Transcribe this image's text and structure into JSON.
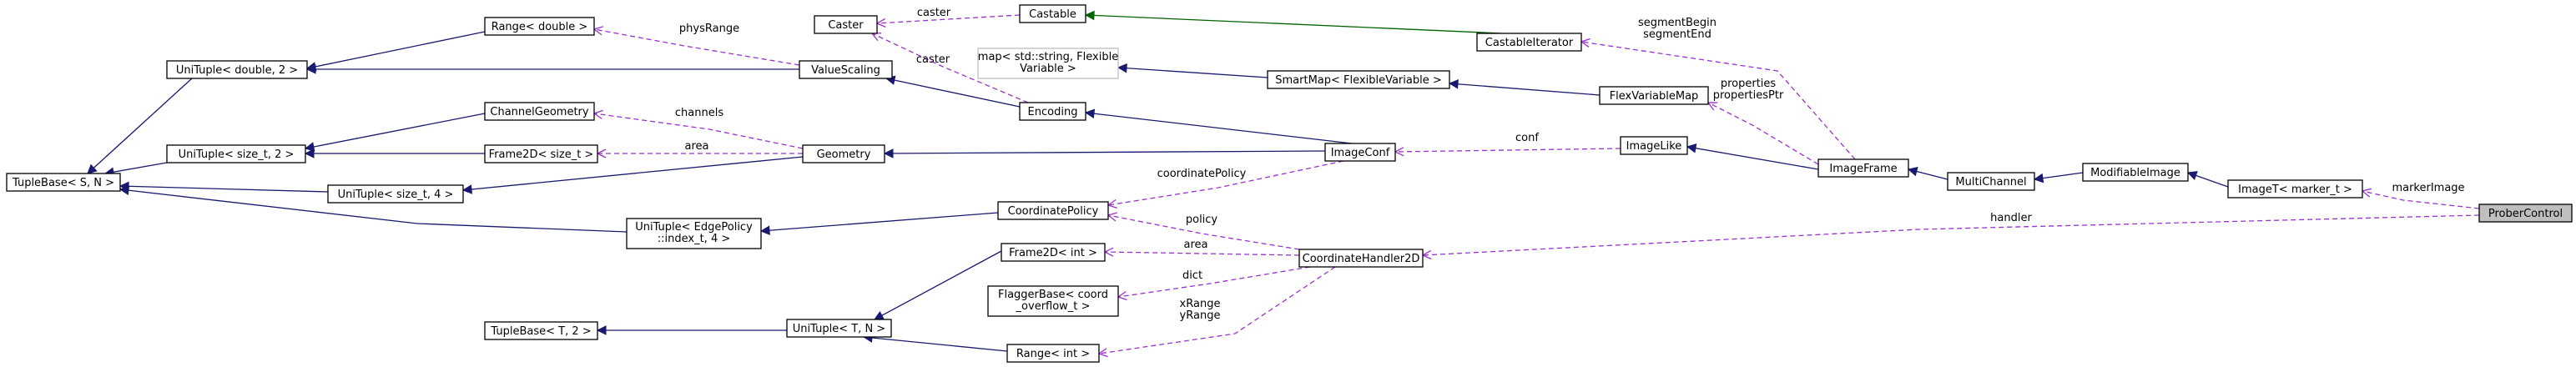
{
  "diagram": {
    "nodes": [
      {
        "id": "tuplebase_s_n",
        "label": [
          "TupleBase< S, N >"
        ],
        "style": "normal"
      },
      {
        "id": "unituple_double_2",
        "label": [
          "UniTuple< double, 2 >"
        ],
        "style": "normal"
      },
      {
        "id": "unituple_size_2",
        "label": [
          "UniTuple< size_t, 2 >"
        ],
        "style": "normal"
      },
      {
        "id": "unituple_size_4",
        "label": [
          "UniTuple< size_t, 4 >"
        ],
        "style": "normal"
      },
      {
        "id": "range_double",
        "label": [
          "Range< double >"
        ],
        "style": "normal"
      },
      {
        "id": "channel_geometry",
        "label": [
          "ChannelGeometry"
        ],
        "style": "normal"
      },
      {
        "id": "frame2d_size",
        "label": [
          "Frame2D< size_t >"
        ],
        "style": "normal"
      },
      {
        "id": "unituple_edgepolicy",
        "label": [
          "UniTuple< EdgePolicy",
          "::index_t, 4 >"
        ],
        "style": "normal"
      },
      {
        "id": "tuplebase_t_2",
        "label": [
          "TupleBase< T, 2 >"
        ],
        "style": "normal"
      },
      {
        "id": "unituple_t_n",
        "label": [
          "UniTuple< T, N >"
        ],
        "style": "normal"
      },
      {
        "id": "caster",
        "label": [
          "Caster"
        ],
        "style": "normal"
      },
      {
        "id": "castable",
        "label": [
          "Castable"
        ],
        "style": "normal"
      },
      {
        "id": "value_scaling",
        "label": [
          "ValueScaling"
        ],
        "style": "normal"
      },
      {
        "id": "map_string",
        "label": [
          "map< std::string, Flexible",
          "Variable >"
        ],
        "style": "faded"
      },
      {
        "id": "encoding",
        "label": [
          "Encoding"
        ],
        "style": "normal"
      },
      {
        "id": "geometry",
        "label": [
          "Geometry"
        ],
        "style": "normal"
      },
      {
        "id": "coordinate_policy",
        "label": [
          "CoordinatePolicy"
        ],
        "style": "normal"
      },
      {
        "id": "frame2d_int",
        "label": [
          "Frame2D< int >"
        ],
        "style": "normal"
      },
      {
        "id": "flaggerbase",
        "label": [
          "FlaggerBase< coord",
          "_overflow_t >"
        ],
        "style": "normal"
      },
      {
        "id": "range_int",
        "label": [
          "Range< int >"
        ],
        "style": "normal"
      },
      {
        "id": "smartmap",
        "label": [
          "SmartMap< FlexibleVariable >"
        ],
        "style": "normal"
      },
      {
        "id": "castable_iterator",
        "label": [
          "CastableIterator"
        ],
        "style": "normal"
      },
      {
        "id": "image_conf",
        "label": [
          "ImageConf"
        ],
        "style": "normal"
      },
      {
        "id": "coordinate_handler_2d",
        "label": [
          "CoordinateHandler2D"
        ],
        "style": "normal"
      },
      {
        "id": "flex_variable_map",
        "label": [
          "FlexVariableMap"
        ],
        "style": "normal"
      },
      {
        "id": "image_like",
        "label": [
          "ImageLike"
        ],
        "style": "normal"
      },
      {
        "id": "image_frame",
        "label": [
          "ImageFrame"
        ],
        "style": "normal"
      },
      {
        "id": "multichannel",
        "label": [
          "MultiChannel"
        ],
        "style": "normal"
      },
      {
        "id": "modifiable_image",
        "label": [
          "ModifiableImage"
        ],
        "style": "normal"
      },
      {
        "id": "imaget_marker",
        "label": [
          "ImageT< marker_t >"
        ],
        "style": "normal"
      },
      {
        "id": "prober_control",
        "label": [
          "ProberControl"
        ],
        "style": "focus"
      }
    ],
    "edges": [
      {
        "from": "unituple_double_2",
        "to": "tuplebase_s_n",
        "kind": "inherit",
        "label": []
      },
      {
        "from": "unituple_size_2",
        "to": "tuplebase_s_n",
        "kind": "inherit",
        "label": []
      },
      {
        "from": "unituple_size_4",
        "to": "tuplebase_s_n",
        "kind": "inherit",
        "label": []
      },
      {
        "from": "unituple_edgepolicy",
        "to": "tuplebase_s_n",
        "kind": "inherit",
        "label": []
      },
      {
        "from": "range_double",
        "to": "unituple_double_2",
        "kind": "inherit",
        "label": []
      },
      {
        "from": "value_scaling",
        "to": "unituple_double_2",
        "kind": "inherit",
        "label": []
      },
      {
        "from": "channel_geometry",
        "to": "unituple_size_2",
        "kind": "inherit",
        "label": []
      },
      {
        "from": "frame2d_size",
        "to": "unituple_size_2",
        "kind": "inherit",
        "label": []
      },
      {
        "from": "geometry",
        "to": "unituple_size_4",
        "kind": "inherit",
        "label": []
      },
      {
        "from": "coordinate_policy",
        "to": "unituple_edgepolicy",
        "kind": "inherit",
        "label": []
      },
      {
        "from": "unituple_t_n",
        "to": "tuplebase_t_2",
        "kind": "inherit",
        "label": []
      },
      {
        "from": "frame2d_int",
        "to": "unituple_t_n",
        "kind": "inherit",
        "label": []
      },
      {
        "from": "range_int",
        "to": "unituple_t_n",
        "kind": "inherit",
        "label": []
      },
      {
        "from": "castable_iterator",
        "to": "castable",
        "kind": "inherit-green",
        "label": []
      },
      {
        "from": "encoding",
        "to": "value_scaling",
        "kind": "inherit",
        "label": []
      },
      {
        "from": "image_conf",
        "to": "encoding",
        "kind": "inherit",
        "label": []
      },
      {
        "from": "image_conf",
        "to": "geometry",
        "kind": "inherit",
        "label": []
      },
      {
        "from": "smartmap",
        "to": "map_string",
        "kind": "inherit",
        "label": []
      },
      {
        "from": "flex_variable_map",
        "to": "smartmap",
        "kind": "inherit",
        "label": []
      },
      {
        "from": "image_frame",
        "to": "image_like",
        "kind": "inherit",
        "label": []
      },
      {
        "from": "multichannel",
        "to": "image_frame",
        "kind": "inherit",
        "label": []
      },
      {
        "from": "modifiable_image",
        "to": "multichannel",
        "kind": "inherit",
        "label": []
      },
      {
        "from": "imaget_marker",
        "to": "modifiable_image",
        "kind": "inherit",
        "label": []
      },
      {
        "from": "range_double",
        "to": "value_scaling",
        "kind": "usage",
        "label": [
          "physRange"
        ]
      },
      {
        "from": "channel_geometry",
        "to": "geometry",
        "kind": "usage",
        "label": [
          "channels"
        ]
      },
      {
        "from": "frame2d_size",
        "to": "geometry",
        "kind": "usage",
        "label": [
          "area"
        ]
      },
      {
        "from": "caster",
        "to": "castable",
        "kind": "usage",
        "label": [
          "caster"
        ]
      },
      {
        "from": "caster",
        "to": "encoding",
        "kind": "usage",
        "label": [
          "caster"
        ]
      },
      {
        "from": "image_conf",
        "to": "coordinate_policy",
        "kind": "usage",
        "label": [
          "coordinatePolicy"
        ]
      },
      {
        "from": "coordinate_handler_2d",
        "to": "coordinate_policy",
        "kind": "usage",
        "label": [
          "policy"
        ]
      },
      {
        "from": "coordinate_handler_2d",
        "to": "frame2d_int",
        "kind": "usage",
        "label": [
          "area"
        ]
      },
      {
        "from": "coordinate_handler_2d",
        "to": "flaggerbase",
        "kind": "usage",
        "label": [
          "dict"
        ]
      },
      {
        "from": "coordinate_handler_2d",
        "to": "range_int",
        "kind": "usage",
        "label": [
          "xRange",
          "yRange"
        ]
      },
      {
        "from": "image_frame",
        "to": "castable_iterator",
        "kind": "usage",
        "label": [
          "segmentBegin",
          "segmentEnd"
        ]
      },
      {
        "from": "image_frame",
        "to": "flex_variable_map",
        "kind": "usage",
        "label": [
          "properties",
          "propertiesPtr"
        ]
      },
      {
        "from": "image_like",
        "to": "image_conf",
        "kind": "usage",
        "label": [
          "conf"
        ]
      },
      {
        "from": "prober_control",
        "to": "imaget_marker",
        "kind": "usage",
        "label": [
          "markerImage"
        ]
      },
      {
        "from": "prober_control",
        "to": "coordinate_handler_2d",
        "kind": "usage",
        "label": [
          "handler"
        ]
      }
    ]
  }
}
